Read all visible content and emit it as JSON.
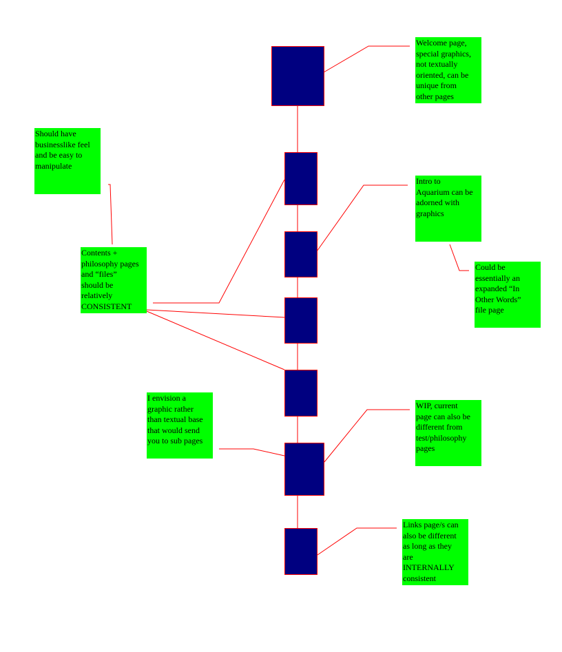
{
  "colors": {
    "page_box": "#000080",
    "connector": "#ff0000",
    "note": "#00ff00"
  },
  "notes": {
    "welcome": "Welcome page,\nspecial graphics,\nnot textually\noriented, can be\nunique from\nother pages",
    "business": "Should have\nbusinesslike feel\nand be easy to\nmanipulate",
    "contents": "Contents +\nphilosophy pages\nand “files”\n should be\nrelatively\nCONSISTENT",
    "intro": "Intro to\nAquarium can be\nadorned with\ngraphics",
    "expanded": "Could be\nessentially an\nexpanded “In\nOther Words”\nfile page",
    "envision": "I envision a\ngraphic rather\nthan textual base\nthat would send\nyou to sub pages",
    "wip": "WIP, current\npage can also be\ndifferent from\ntest/philosophy\npages",
    "links": "Links page/s  can\nalso be different\nas long as they\nare\nINTERNALLY\nconsistent"
  }
}
